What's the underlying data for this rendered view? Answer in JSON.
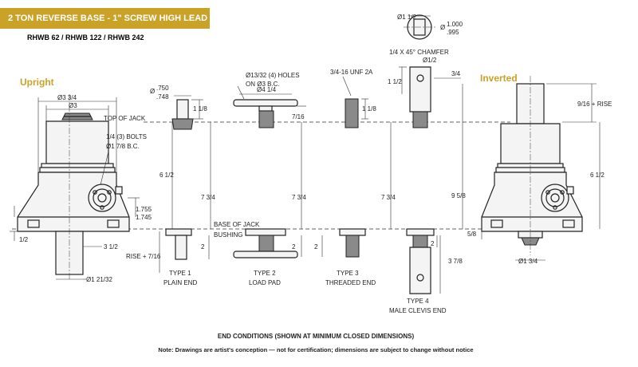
{
  "header": {
    "title": "2 TON  REVERSE BASE - 1\" SCREW HIGH LEAD",
    "models": "RHWB 62 / RHWB 122 / RHWB 242"
  },
  "views": {
    "upright": "Upright",
    "inverted": "Inverted"
  },
  "dims": {
    "d_3_3_4": "Ø3 3/4",
    "d_3": "Ø3",
    "top_of_jack": "TOP OF JACK",
    "bolts_1": "1/4 (3) BOLTS",
    "bolts_2": "Ø1 7/8 B.C.",
    "six_half_l": "6 1/2",
    "v_1755": "1.755",
    "v_1745": "1.745",
    "base_of_jack": "BASE OF JACK",
    "bushing": "BUSHING",
    "half": "1/2",
    "three_half": "3 1/2",
    "rise_716": "RISE + 7/16",
    "d_1_21_32": "Ø1 21/32",
    "d_750": ".750",
    "d_748": ".748",
    "d_sym": "Ø",
    "one_eighth_a": "1 1/8",
    "holes_1": "Ø13/32 (4) HOLES",
    "holes_2": "ON Ø3 B.C.",
    "d_4_1_4": "Ø4 1/4",
    "seven_16": "7/16",
    "unf": "3/4-16 UNF 2A",
    "one_eighth_b": "1 1/8",
    "d_1_1_2": "Ø1 1/2",
    "d_1000": "1.000",
    "d_995": ".995",
    "chamfer": "1/4 X 45° CHAMFER",
    "d_1_2": "Ø1/2",
    "one_half_r": "1 1/2",
    "three_q": "3/4",
    "rise_916": "9/16 + RISE",
    "six_half_r": "6 1/2",
    "nine_58": "9 5/8",
    "five_8": "5/8",
    "d_1_3_4": "Ø1 3/4",
    "seven_34_a": "7 3/4",
    "seven_34_b": "7 3/4",
    "seven_34_c": "7 3/4",
    "two_a": "2",
    "two_b": "2",
    "two_c": "2",
    "two_d": "2",
    "three_78": "3 7/8"
  },
  "types": {
    "t1_a": "TYPE 1",
    "t1_b": "PLAIN END",
    "t2_a": "TYPE 2",
    "t2_b": "LOAD PAD",
    "t3_a": "TYPE 3",
    "t3_b": "THREADED END",
    "t4_a": "TYPE 4",
    "t4_b": "MALE CLEVIS END"
  },
  "footer": {
    "caption": "END CONDITIONS (SHOWN AT MINIMUM CLOSED DIMENSIONS)",
    "note": "Note: Drawings are artist's conception — not for certification; dimensions are subject to change without notice"
  },
  "colors": {
    "banner": "#c9a227",
    "view_heading": "#c9a227"
  }
}
